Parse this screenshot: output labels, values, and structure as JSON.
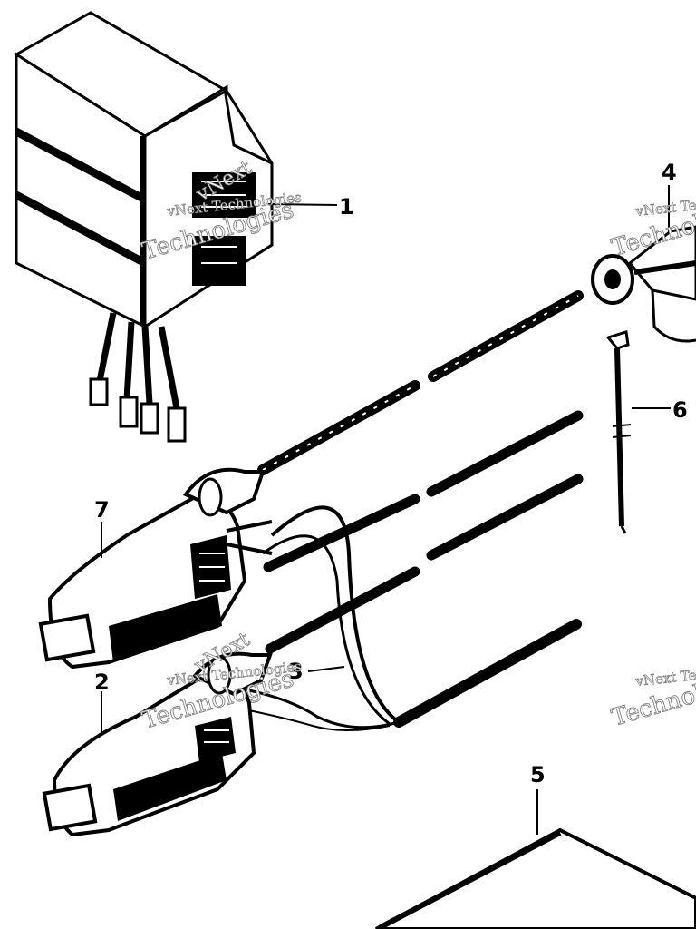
{
  "callouts": {
    "c1": "1",
    "c2": "2",
    "c3": "3",
    "c4": "4",
    "c5": "5",
    "c6": "6",
    "c7": "7"
  },
  "watermark": {
    "brand_small": "vNext Technologies",
    "brand_large": "Technologies",
    "brand_short": "vNext",
    "color": "#7f7f7f"
  },
  "colors": {
    "ink": "#000000",
    "paper": "#ffffff"
  }
}
